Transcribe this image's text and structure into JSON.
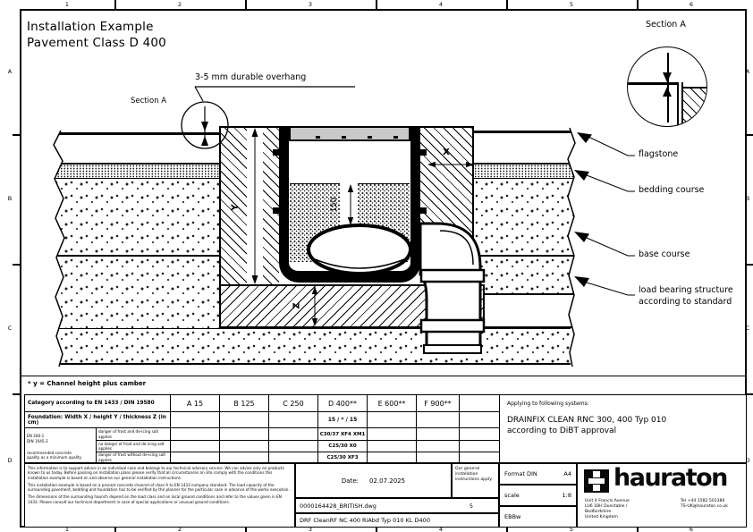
{
  "frame": {
    "top_labels": [
      "1",
      "2",
      "3",
      "4",
      "5",
      "6"
    ],
    "bottom_labels": [
      "1",
      "2",
      "3",
      "4",
      "5",
      "6"
    ],
    "left_labels": [
      "A",
      "B",
      "C",
      "D"
    ],
    "right_labels": [
      "A",
      "B",
      "C",
      "D"
    ]
  },
  "header": {
    "title_line1": "Installation Example",
    "title_line2": "Pavement Class D 400"
  },
  "drawing": {
    "overhang_label": "3-5 mm durable overhang",
    "section_label_small": "Section A",
    "section_label_detail": "Section A",
    "dim_x": "X",
    "dim_y": "Y",
    "dim_z": "Z",
    "dim_150": "150",
    "layer_labels": {
      "flagstone": "flagstone",
      "bedding": "bedding course",
      "base": "base course",
      "load_bearing": "load bearing structure\naccording to standard"
    }
  },
  "footnote": "* y = Channel height plus camber",
  "class_table": {
    "category_label": "Category according to EN 1433 / DIN 19580",
    "classes": [
      "A 15",
      "B 125",
      "C 250",
      "D 400**",
      "E 600**",
      "F 900**"
    ],
    "foundation_label": "Foundation: Width X / height Y / thickness Z (in cm)",
    "foundation_d400": "15 / * / 15",
    "concrete_ref": "EN 206-1\nDIN 1045-2",
    "concrete_note": "recommended concrete\nquality as a minimum quality",
    "conditions": [
      {
        "label": "danger of frost and de-icing salt applies",
        "d400": "C30/37 XF4 XM1"
      },
      {
        "label": "no danger of frost and de-icing salt applies",
        "d400": "C25/30 X0"
      },
      {
        "label": "danger of frost without de-icing salt applies",
        "d400": "C25/30 XF3"
      }
    ]
  },
  "systems_box": {
    "intro": "Applying to following systems:",
    "system_line1": "DRAINFIX CLEAN RNC 300, 400 Typ 010",
    "system_line2": "according to DiBT approval"
  },
  "title_block": {
    "disclaimer_1": "This information is to support advice in an individual case and belongs to our technical advisory service. We can advise only on products known to us today. Before passing on installation plans please verify that all circumstances on site comply with the conditions this installation example is based on and observe our general installation instructions.",
    "disclaimer_2": "This installation example is based on a precast concrete channel of class A to EN 1433 company standard. The load capacity of the surrounding pavement, bedding and foundation has to be verified by the planner for the particular case in advance of the works execution.",
    "disclaimer_3": "The dimensions of the surrounding haunch depend on the load class and on local ground conditions and refer to the values given in EN 1433. Please consult our technical department in case of special applications or unusual ground conditions.",
    "date_label": "Date:",
    "date_value": "02.07.2025",
    "general_note": "Our general installation instructions apply.",
    "file_name": "0000164428_BRITISH.dwg",
    "sheet_number": "5",
    "drawing_title": "DRF CleanRF NC 400 RiAbd Typ 010 KL D400",
    "format_label": "Format DIN",
    "format_value": "A4",
    "scale_label": "scale",
    "scale_value": "1:8",
    "author": "EBBw",
    "brand": "hauraton",
    "address_line1": "Unit 4  Francis Avenue",
    "address_line2": "LU6 1BH Dunstable /",
    "address_line3": "Bedfordshire",
    "address_line4": "United Kingdom",
    "phone": "Tel +44 1582 501380",
    "email": "TS-UK@hauraton.co.uk"
  }
}
